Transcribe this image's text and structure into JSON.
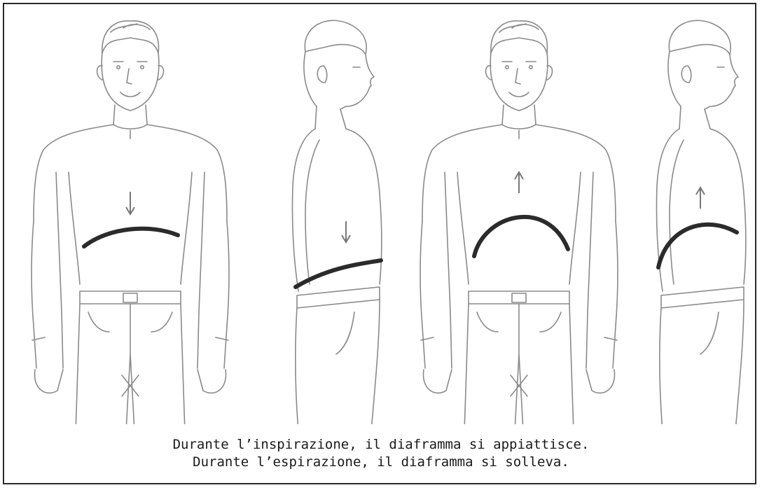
{
  "caption": {
    "line1": "Durante l’inspirazione, il diaframma si appiattisce.",
    "line2": "Durante l’espirazione, il diaframma si solleva."
  },
  "figures": [
    {
      "view": "front",
      "phase": "inspirazione",
      "arrow": "down"
    },
    {
      "view": "side",
      "phase": "inspirazione",
      "arrow": "down"
    },
    {
      "view": "front",
      "phase": "espirazione",
      "arrow": "up"
    },
    {
      "view": "side",
      "phase": "espirazione",
      "arrow": "up"
    }
  ],
  "colors": {
    "line": "#8a8a8a",
    "diaphragm": "#2b2b2b",
    "border": "#2a2a2a"
  }
}
